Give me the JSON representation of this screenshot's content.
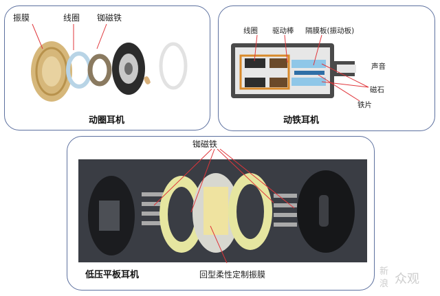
{
  "panels": {
    "dynamic": {
      "caption": "动圈耳机",
      "labels": {
        "diaphragm": "振膜",
        "coil": "线圈",
        "magnet": "铷磁铁"
      }
    },
    "balanced_armature": {
      "caption": "动铁耳机",
      "labels": {
        "coil": "线圈",
        "drive_rod": "驱动棒",
        "diaphragm": "隔膜板(振动板)",
        "sound": "声音",
        "magnet": "磁石",
        "iron": "铁片"
      }
    },
    "planar": {
      "caption": "低压平板耳机",
      "labels": {
        "magnet": "铷磁铁",
        "diaphragm": "回型柔性定制振膜"
      }
    }
  },
  "watermark": {
    "line1": "新",
    "line2": "浪",
    "brand": "众观"
  },
  "colors": {
    "panel_border": "#5b6f9e",
    "arrow": "#e0353a"
  }
}
